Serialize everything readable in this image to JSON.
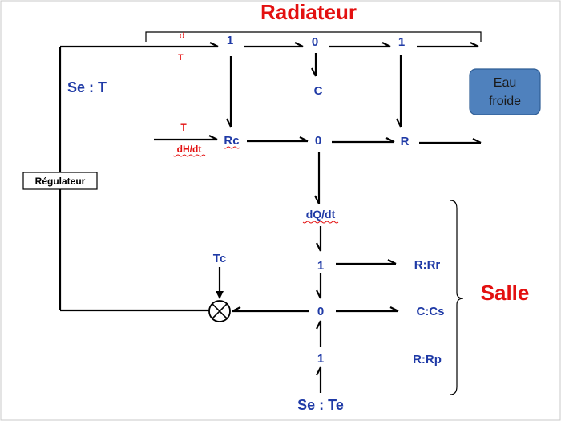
{
  "labels": {
    "radiateur": "Radiateur",
    "salle": "Salle",
    "se_t": "Se : T",
    "se_te": "Se : Te",
    "regulateur": "Régulateur",
    "eau_froide_line1": "Eau",
    "eau_froide_line2": "froide",
    "d": "d",
    "t_top": "T",
    "t_mid": "T",
    "dh_dt": "dH/dt",
    "dq_dt": "dQ/dt",
    "tc": "Tc",
    "rc": "Rc",
    "c": "C",
    "r": "R",
    "j1_a": "1",
    "j0_a": "0",
    "j1_b": "1",
    "j0_mid": "0",
    "j1_salle": "1",
    "j0_salle": "0",
    "j1_bottom": "1",
    "rr": "R:Rr",
    "cs": "C:Cs",
    "rp": "R:Rp"
  },
  "colors": {
    "node_text": "#1f3aa6",
    "title_red": "#e31010",
    "box_fill": "#4f81bd",
    "box_stroke": "#2f5d95"
  },
  "icons": {
    "comparator": "circle-cross-icon"
  }
}
